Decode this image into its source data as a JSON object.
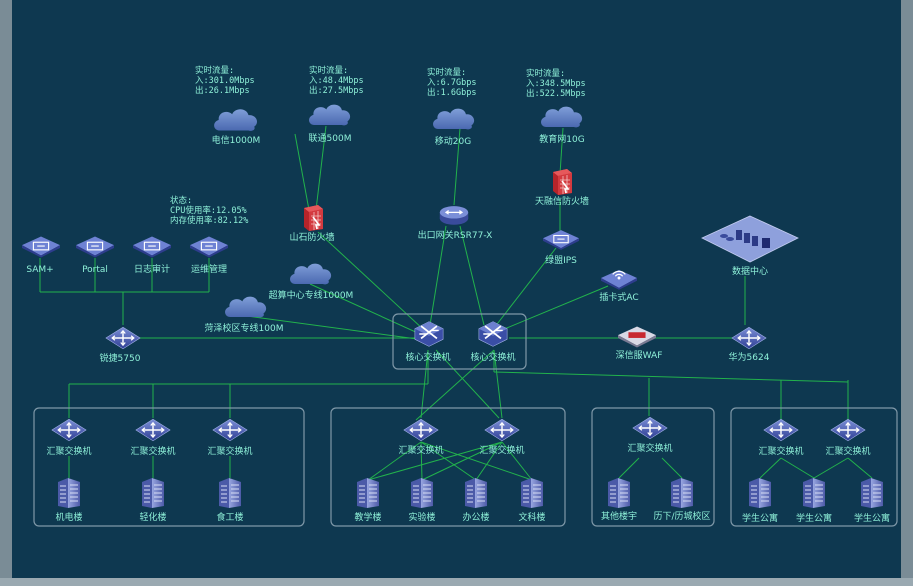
{
  "clouds": {
    "telecom": "电信1000M",
    "unicom": "联通500M",
    "mobile": "移动20G",
    "edu": "教育网10G",
    "supercomp": "超算中心专线1000M",
    "heze": "菏泽校区专线100M"
  },
  "traffic": {
    "telecom": [
      "实时流量:",
      "入:301.0Mbps",
      "出:26.1Mbps"
    ],
    "unicom": [
      "实时流量:",
      "入:48.4Mbps",
      "出:27.5Mbps"
    ],
    "mobile": [
      "实时流量:",
      "入:6.7Gbps",
      "出:1.6Gbps"
    ],
    "edu": [
      "实时流量:",
      "入:348.5Mbps",
      "出:522.5Mbps"
    ]
  },
  "status": [
    "状态:",
    "CPU使用率:12.05%",
    "内存使用率:82.12%"
  ],
  "devices": {
    "shanshi_fw": "山石防火墙",
    "exit_gw": "出口网关RSR77-X",
    "tianrongxin_fw": "天融信防火墙",
    "nsfocus_ips": "绿盟IPS",
    "datacenter": "数据中心",
    "ac": "插卡式AC",
    "sam": "SAM+",
    "portal": "Portal",
    "log_audit": "日志审计",
    "ops": "运维管理",
    "ruijie": "锐捷5750",
    "core1": "核心交换机",
    "core2": "核心交换机",
    "waf": "深信服WAF",
    "huawei": "华为5624"
  },
  "groups": {
    "g1": {
      "switches": [
        "汇聚交换机",
        "汇聚交换机",
        "汇聚交换机"
      ],
      "buildings": [
        "机电楼",
        "轻化楼",
        "食工楼"
      ]
    },
    "g2": {
      "switches": [
        "汇聚交换机",
        "汇聚交换机"
      ],
      "buildings": [
        "教学楼",
        "实验楼",
        "办公楼",
        "文科楼"
      ]
    },
    "g3": {
      "switches": [
        "汇聚交换机"
      ],
      "buildings": [
        "其他楼宇",
        "历下/历城校区"
      ]
    },
    "g4": {
      "switches": [
        "汇聚交换机",
        "汇聚交换机"
      ],
      "buildings": [
        "学生公寓",
        "学生公寓",
        "学生公寓"
      ]
    }
  }
}
